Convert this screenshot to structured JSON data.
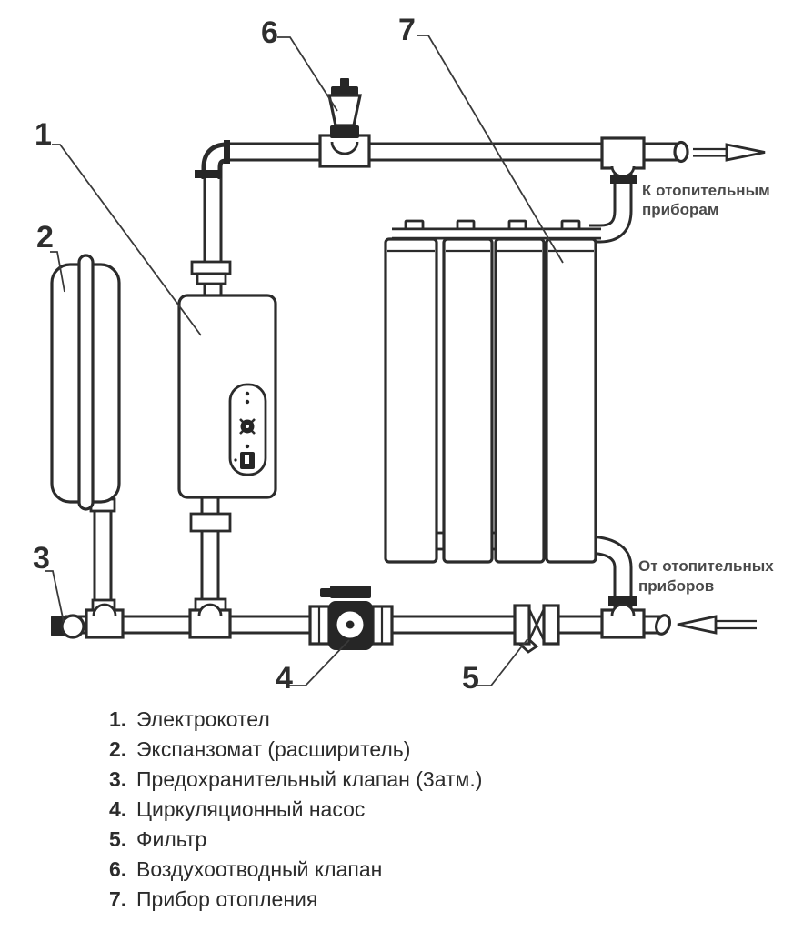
{
  "diagram": {
    "callouts": [
      "1",
      "2",
      "3",
      "4",
      "5",
      "6",
      "7"
    ],
    "flow_labels": {
      "supply": {
        "line1": "К отопительным",
        "line2": "приборам"
      },
      "return": {
        "line1": "От отопительных",
        "line2": "приборов"
      }
    }
  },
  "legend": {
    "items": [
      {
        "num": "1.",
        "label": "Электрокотел"
      },
      {
        "num": "2.",
        "label": "Экспанзомат (расширитель)"
      },
      {
        "num": "3.",
        "label": "Предохранительный клапан (3атм.)"
      },
      {
        "num": "4.",
        "label": "Циркуляционный насос"
      },
      {
        "num": "5.",
        "label": "Фильтр"
      },
      {
        "num": "6.",
        "label": "Воздухоотводный клапан"
      },
      {
        "num": "7.",
        "label": "Прибор отопления"
      }
    ]
  },
  "colors": {
    "line": "#2b2b2b",
    "dark_fill": "#262626",
    "background": "#ffffff",
    "legend_text": "#2b2b2b",
    "flow_label_text": "#4a4a4a"
  }
}
